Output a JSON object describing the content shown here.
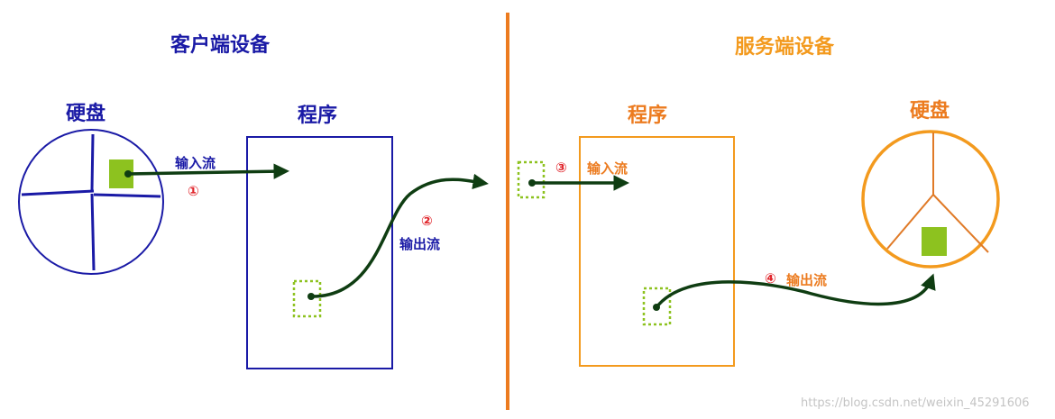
{
  "colors": {
    "client": "#1a1aa6",
    "server": "#f39a1e",
    "divider": "#ec7b1f",
    "arrow": "#0f3d12",
    "data_block": "#8dc21f",
    "step_number": "#e0242a"
  },
  "client": {
    "title": "客户端设备",
    "disk_label": "硬盘",
    "program_label": "程序",
    "input_stream_label": "输入流",
    "input_step": "①",
    "output_stream_label": "输出流",
    "output_step": "②"
  },
  "server": {
    "title": "服务端设备",
    "program_label": "程序",
    "disk_label": "硬盘",
    "input_step": "③",
    "input_stream_label": "输入流",
    "output_step": "④",
    "output_stream_label": "输出流"
  },
  "watermark": "https://blog.csdn.net/weixin_45291606"
}
